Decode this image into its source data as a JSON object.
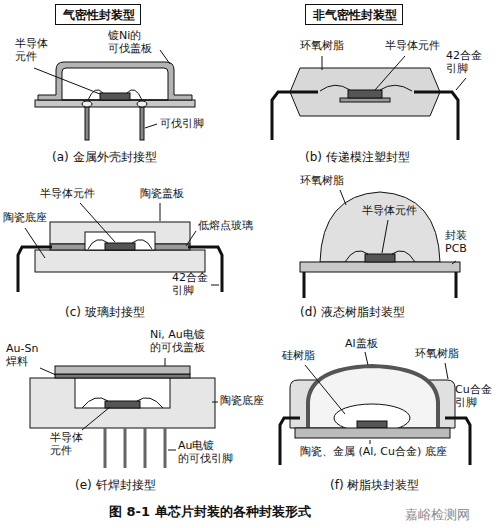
{
  "diagram": {
    "caption": "图 8-1 单芯片封装的各种封装形式",
    "nodes": [
      {
        "text": [
          "气密性封装型"
        ]
      },
      {
        "text": [
          "非气密性封装型"
        ]
      }
    ],
    "labels": [
      "半导体 元件",
      "镀Ni的 可伐盖板",
      "可伐引脚",
      "(a) 金属外壳封接型",
      "环氧树脂",
      "半导体元件",
      "42合金 引脚",
      "(b) 传递模注塑封型",
      "半导体元件",
      "陶瓷盖板",
      "陶瓷底座",
      "低熔点玻璃",
      "42合金 引脚",
      "(c) 玻璃封接型",
      "环氧树脂",
      "半导体元件",
      "封装 PCB",
      "(d) 液态树脂封装型",
      "Ni, Au电镀 的可伐盖板",
      "Au-Sn 焊料",
      "陶瓷底座",
      "半导体 元件",
      "Au电镀 的可伐引脚",
      "(e) 钎焊封接型",
      "Al盖板",
      "硅树脂",
      "环氧树脂",
      "Cu合金 引脚",
      "陶瓷、金属 (Al, Cu合金) 底座",
      "(f) 树脂块封装型",
      "嘉峪检测网"
    ]
  }
}
